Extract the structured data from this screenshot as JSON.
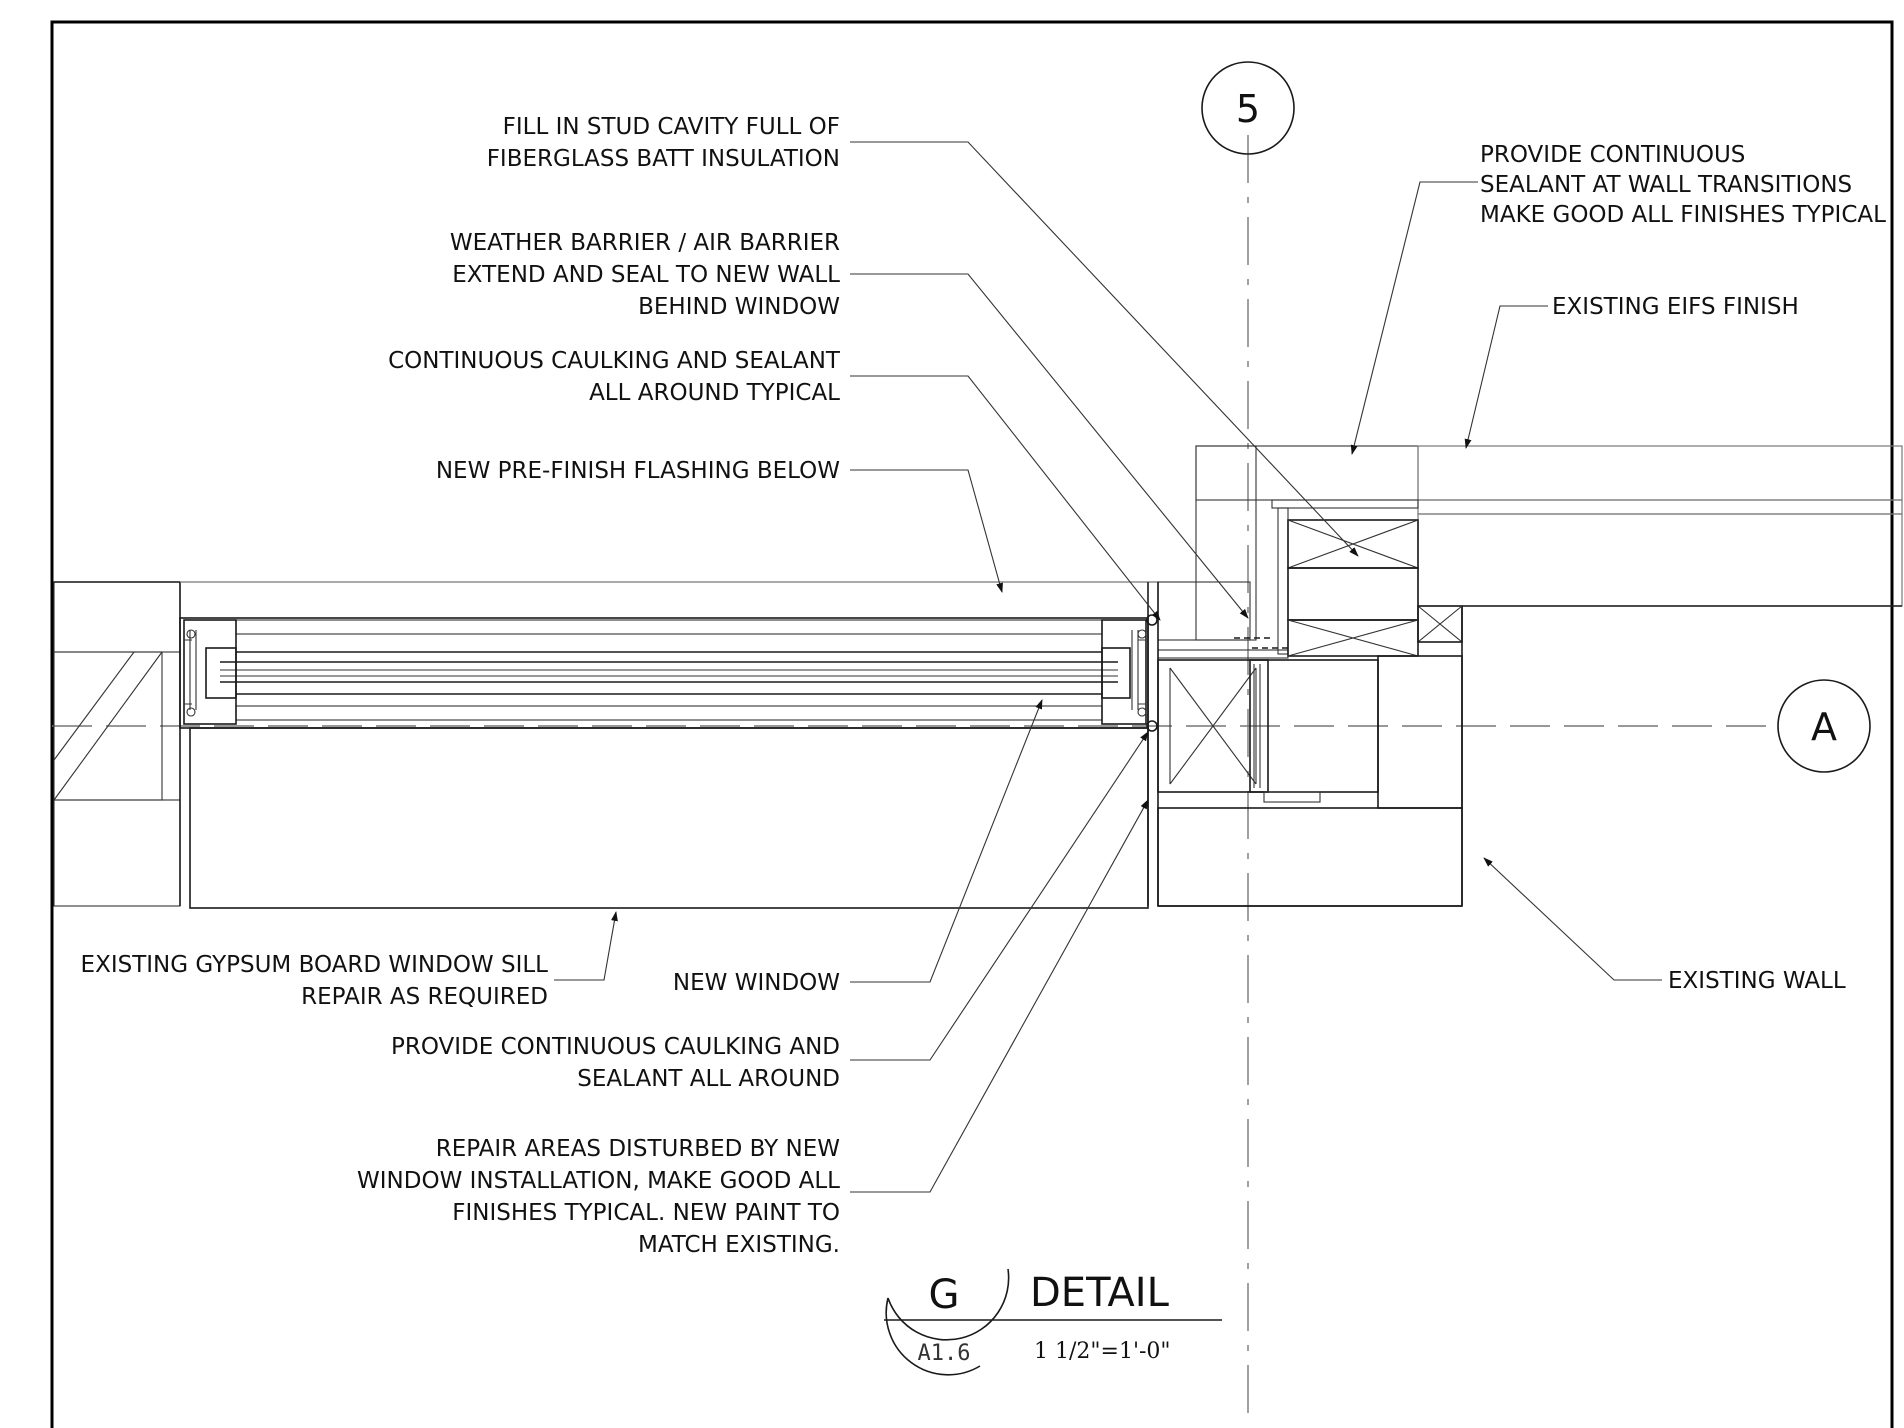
{
  "grid_markers": {
    "vertical": "5",
    "horizontal": "A"
  },
  "labels": {
    "fill_stud": [
      "FILL IN  STUD CAVITY FULL OF",
      "FIBERGLASS BATT INSULATION"
    ],
    "weather_barrier": [
      "WEATHER BARRIER / AIR BARRIER",
      "EXTEND AND SEAL TO NEW WALL",
      "BEHIND WINDOW"
    ],
    "caulking_typical": [
      "CONTINUOUS CAULKING AND SEALANT",
      "ALL AROUND TYPICAL"
    ],
    "flashing": [
      "NEW PRE-FINISH FLASHING BELOW"
    ],
    "sealant_transitions": [
      "PROVIDE CONTINUOUS",
      "SEALANT AT WALL TRANSITIONS",
      "MAKE GOOD ALL FINISHES TYPICAL"
    ],
    "eifs": [
      "EXISTING EIFS FINISH"
    ],
    "gypsum_sill": [
      "EXISTING GYPSUM BOARD WINDOW SILL",
      "REPAIR AS REQUIRED"
    ],
    "new_window": [
      "NEW WINDOW"
    ],
    "caulking_all_around": [
      "PROVIDE CONTINUOUS CAULKING AND",
      "SEALANT ALL AROUND"
    ],
    "repair_areas": [
      "REPAIR AREAS DISTURBED BY NEW",
      "WINDOW INSTALLATION, MAKE GOOD ALL",
      "FINISHES TYPICAL. NEW PAINT TO",
      "MATCH EXISTING."
    ],
    "existing_wall": [
      "EXISTING WALL"
    ]
  },
  "title_block": {
    "detail_letter": "G",
    "detail_title": "DETAIL",
    "sheet_ref": "A1.6",
    "scale": "1 1/2\"=1'-0\""
  }
}
